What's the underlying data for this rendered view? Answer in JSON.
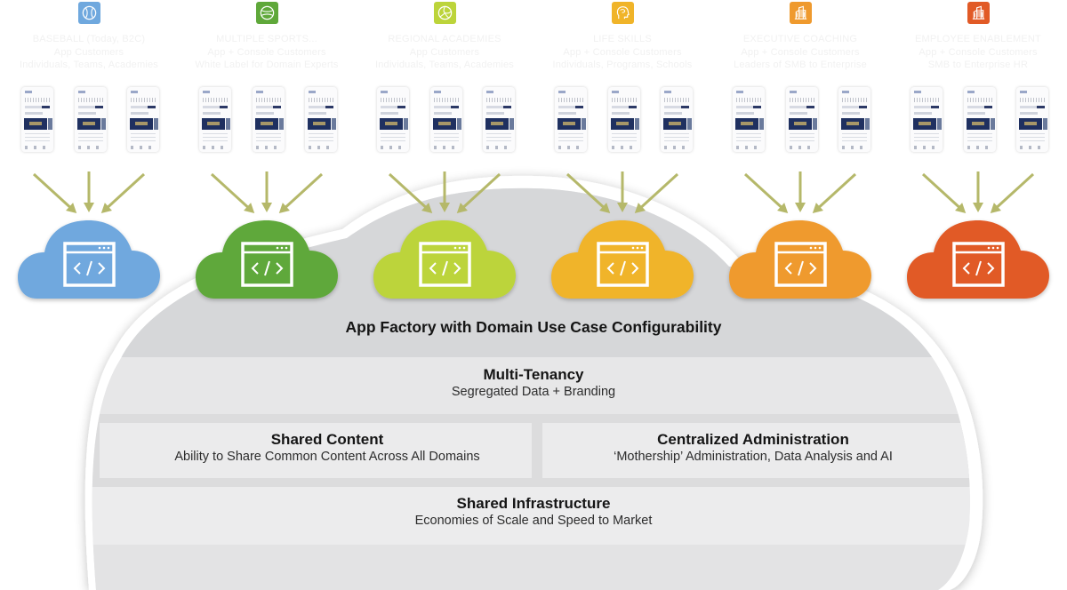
{
  "diagram": {
    "domains": [
      {
        "id": "baseball",
        "icon": "baseball-icon",
        "color": "#6fa8de",
        "lines": [
          "BASEBALL (Today, B2C)",
          "App Customers",
          "Individuals, Teams, Academies"
        ]
      },
      {
        "id": "multiple-sports",
        "icon": "tennis-ball-icon",
        "color": "#5fa83a",
        "lines": [
          "MULTIPLE SPORTS...",
          "App + Console Customers",
          "White Label for Domain Experts"
        ]
      },
      {
        "id": "regional-academies",
        "icon": "volleyball-icon",
        "color": "#bcd43a",
        "lines": [
          "REGIONAL ACADEMIES",
          "App Customers",
          "Individuals, Teams, Academies"
        ]
      },
      {
        "id": "life-skills",
        "icon": "brain-head-icon",
        "color": "#f0b429",
        "lines": [
          "LIFE SKILLS",
          "App + Console Customers",
          "Individuals, Programs, Schools"
        ]
      },
      {
        "id": "executive-coaching",
        "icon": "office-building-icon",
        "color": "#ef9a2e",
        "lines": [
          "EXECUTIVE COACHING",
          "App + Console Customers",
          "Leaders of SMB to Enterprise"
        ]
      },
      {
        "id": "employee-enablement",
        "icon": "office-building-icon",
        "color": "#e15a26",
        "lines": [
          "EMPLOYEE ENABLEMENT",
          "App + Console Customers",
          "SMB to Enterprise HR"
        ]
      }
    ],
    "cloud_icon": "code-window-icon",
    "arrow_color": "#b5b86a",
    "platform": {
      "app_factory": "App Factory with Domain Use Case Configurability",
      "multi_tenancy": {
        "title": "Multi-Tenancy",
        "subtitle": "Segregated Data + Branding"
      },
      "shared_content": {
        "title": "Shared Content",
        "subtitle": "Ability to Share Common Content Across All Domains"
      },
      "centralized_administration": {
        "title": "Centralized Administration",
        "subtitle": "‘Mothership’ Administration, Data Analysis and AI"
      },
      "shared_infrastructure": {
        "title": "Shared Infrastructure",
        "subtitle": "Economies of Scale and Speed to Market"
      }
    }
  }
}
